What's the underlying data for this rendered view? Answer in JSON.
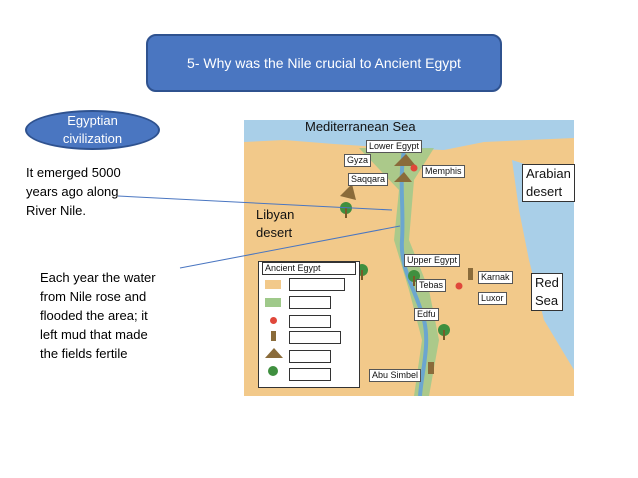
{
  "title": "5- Why was the Nile crucial to Ancient Egypt",
  "civilization": {
    "line1": "Egyptian",
    "line2": "civilization"
  },
  "text_emerged": [
    "It emerged 5000",
    "years ago along",
    "River Nile."
  ],
  "text_flood": [
    "Each year the water",
    "from Nile rose and",
    "flooded the area; it",
    "left mud that made",
    "the fields fertile"
  ],
  "map": {
    "sea_north": "Mediterranean Sea",
    "lower_egypt": "Lower Egypt",
    "upper_egypt": "Upper Egypt",
    "gyza": "Gyza",
    "saqqara": "Saqqara",
    "memphis": "Memphis",
    "libyan_desert": [
      "Libyan",
      "desert"
    ],
    "arabian_desert": [
      "Arabian",
      "desert"
    ],
    "red_sea": [
      "Red",
      "Sea"
    ],
    "tebas": "Tebas",
    "karnak": "Karnak",
    "luxor": "Luxor",
    "edfu": "Edfu",
    "abu_simbel": "Abu Simbel",
    "legend_title": "Ancient Egypt",
    "colors": {
      "desert": "#f2c98a",
      "fertile": "#9fc98a",
      "nile": "#6ba6cf",
      "sea": "#a9cfe8",
      "pin": "#e0473a"
    }
  }
}
